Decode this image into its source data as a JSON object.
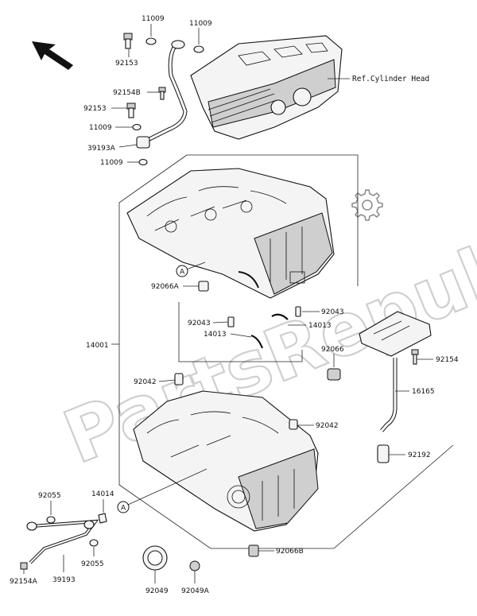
{
  "watermark": "PartsRepublik",
  "reference_label": "Ref.Cylinder Head",
  "labels": {
    "l11009a": "11009",
    "l11009b": "11009",
    "l92153a": "92153",
    "l92154b": "92154B",
    "l92153b": "92153",
    "l11009c": "11009",
    "l39193a": "39193A",
    "l11009d": "11009",
    "l14001": "14001",
    "l92066a": "92066A",
    "l92043a": "92043",
    "l92043b": "92043",
    "l14013a": "14013",
    "l14013b": "14013",
    "l92066": "92066",
    "l92154": "92154",
    "l92042a": "92042",
    "l92042b": "92042",
    "l16165": "16165",
    "l92192": "92192",
    "l92055a": "92055",
    "l14014": "14014",
    "l92055b": "92055",
    "l39193": "39193",
    "l92154a": "92154A",
    "l92049": "92049",
    "l92049a": "92049A",
    "l92066b": "92066B"
  },
  "callouts": {
    "a_upper": "A",
    "a_lower": "A"
  },
  "icons": [
    "direction-arrow-icon",
    "gear-icon"
  ]
}
